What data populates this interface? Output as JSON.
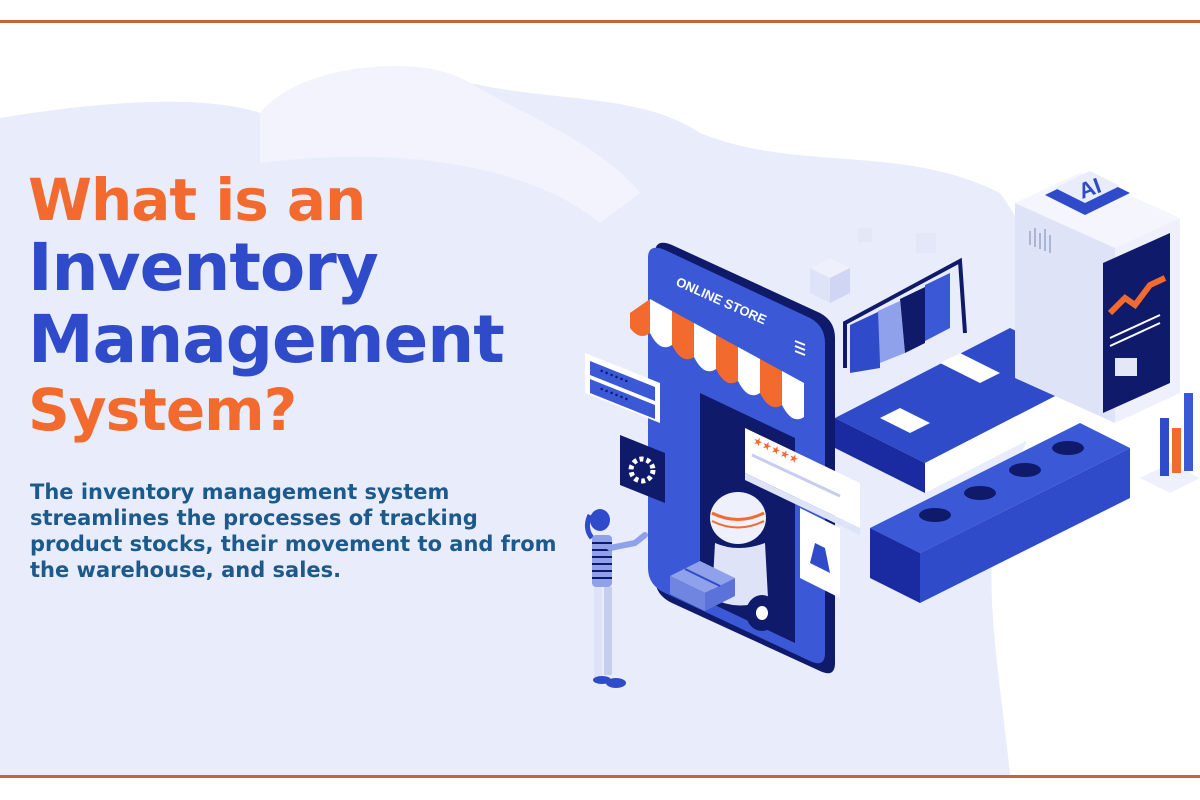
{
  "colors": {
    "rule": "#c8643c",
    "orange": "#f26a2e",
    "blue": "#2f4bc9",
    "navy": "#0f1a6b",
    "mid_blue": "#3b58d6",
    "light_blue": "#8fa1ea",
    "pale_blue": "#e9ecfb",
    "text_teal": "#1c5a8c"
  },
  "headline": {
    "line1": "What is an",
    "line2": "Inventory",
    "line3": "Management",
    "line4": "System?"
  },
  "description": "The inventory management system streamlines the processes of tracking product stocks, their movement to and from the warehouse, and sales.",
  "illustration": {
    "storefront_sign": "ONLINE STORE",
    "ai_badge": "AI",
    "rating_stars": "★★★★★",
    "elements": [
      "phone-storefront",
      "awning",
      "robot-with-package",
      "woman-figure",
      "gear-panel",
      "password-panel",
      "clothes-rack",
      "conveyor-belt",
      "shoe-display",
      "ai-server",
      "analytics-screen",
      "bar-chart"
    ]
  }
}
